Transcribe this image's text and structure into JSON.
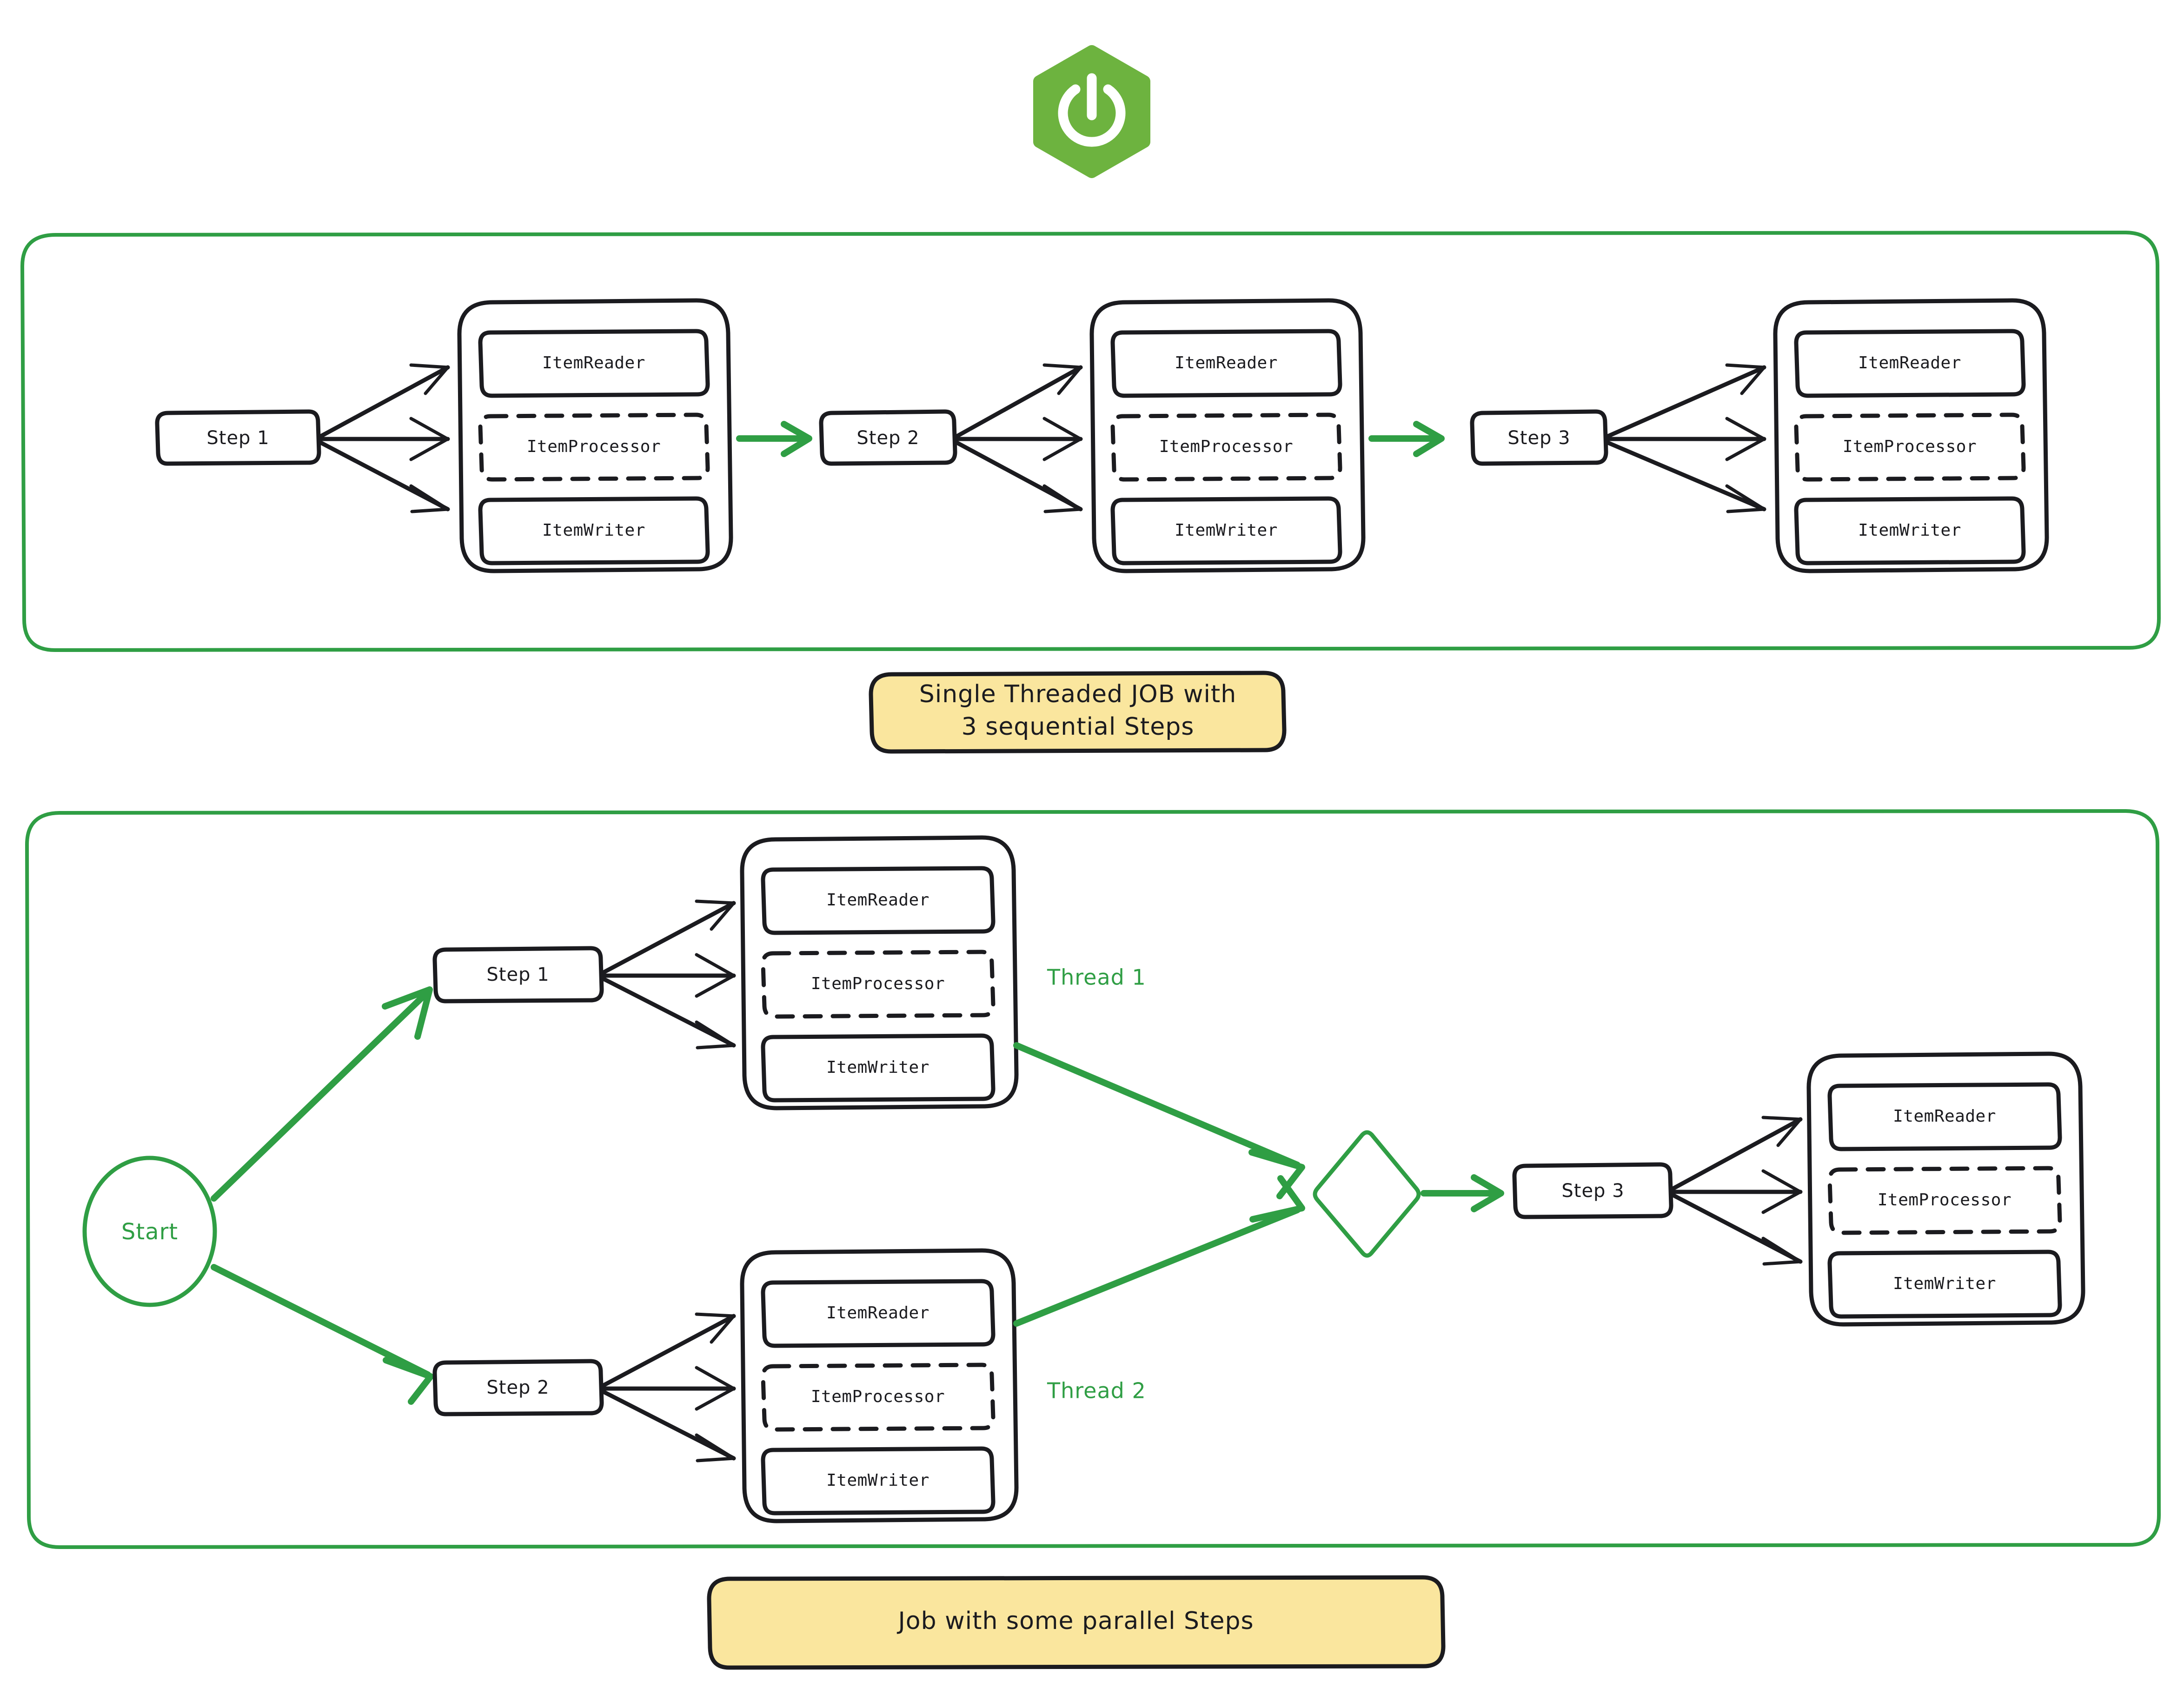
{
  "logo": {
    "name": "spring-boot-logo",
    "shape": "hexagon",
    "glyph": "power-icon",
    "color": "#6DB33F"
  },
  "palette": {
    "green": "#2F9E44",
    "logo_green": "#6DB33F",
    "ink": "#1B1B1F",
    "yellow": "#FAE69E",
    "background": "#FFFFFF"
  },
  "diagrams": [
    {
      "id": "single-threaded-job",
      "caption": "Single Threaded JOB with\n3 sequential Steps",
      "caption_line1": "Single Threaded JOB with",
      "caption_line2": "3 sequential Steps",
      "steps": [
        {
          "label": "Step 1",
          "components": [
            "ItemReader",
            "ItemProcessor",
            "ItemWriter"
          ]
        },
        {
          "label": "Step 2",
          "components": [
            "ItemReader",
            "ItemProcessor",
            "ItemWriter"
          ]
        },
        {
          "label": "Step 3",
          "components": [
            "ItemReader",
            "ItemProcessor",
            "ItemWriter"
          ]
        }
      ]
    },
    {
      "id": "parallel-steps-job",
      "caption": "Job with some parallel Steps",
      "start_label": "Start",
      "thread_labels": [
        "Thread 1",
        "Thread 2"
      ],
      "steps": [
        {
          "label": "Step 1",
          "thread": "Thread 1",
          "components": [
            "ItemReader",
            "ItemProcessor",
            "ItemWriter"
          ]
        },
        {
          "label": "Step 2",
          "thread": "Thread 2",
          "components": [
            "ItemReader",
            "ItemProcessor",
            "ItemWriter"
          ]
        },
        {
          "label": "Step 3",
          "thread": "",
          "components": [
            "ItemReader",
            "ItemProcessor",
            "ItemWriter"
          ]
        }
      ],
      "join_node": "diamond"
    }
  ],
  "component_names": {
    "reader": "ItemReader",
    "processor": "ItemProcessor",
    "writer": "ItemWriter"
  }
}
